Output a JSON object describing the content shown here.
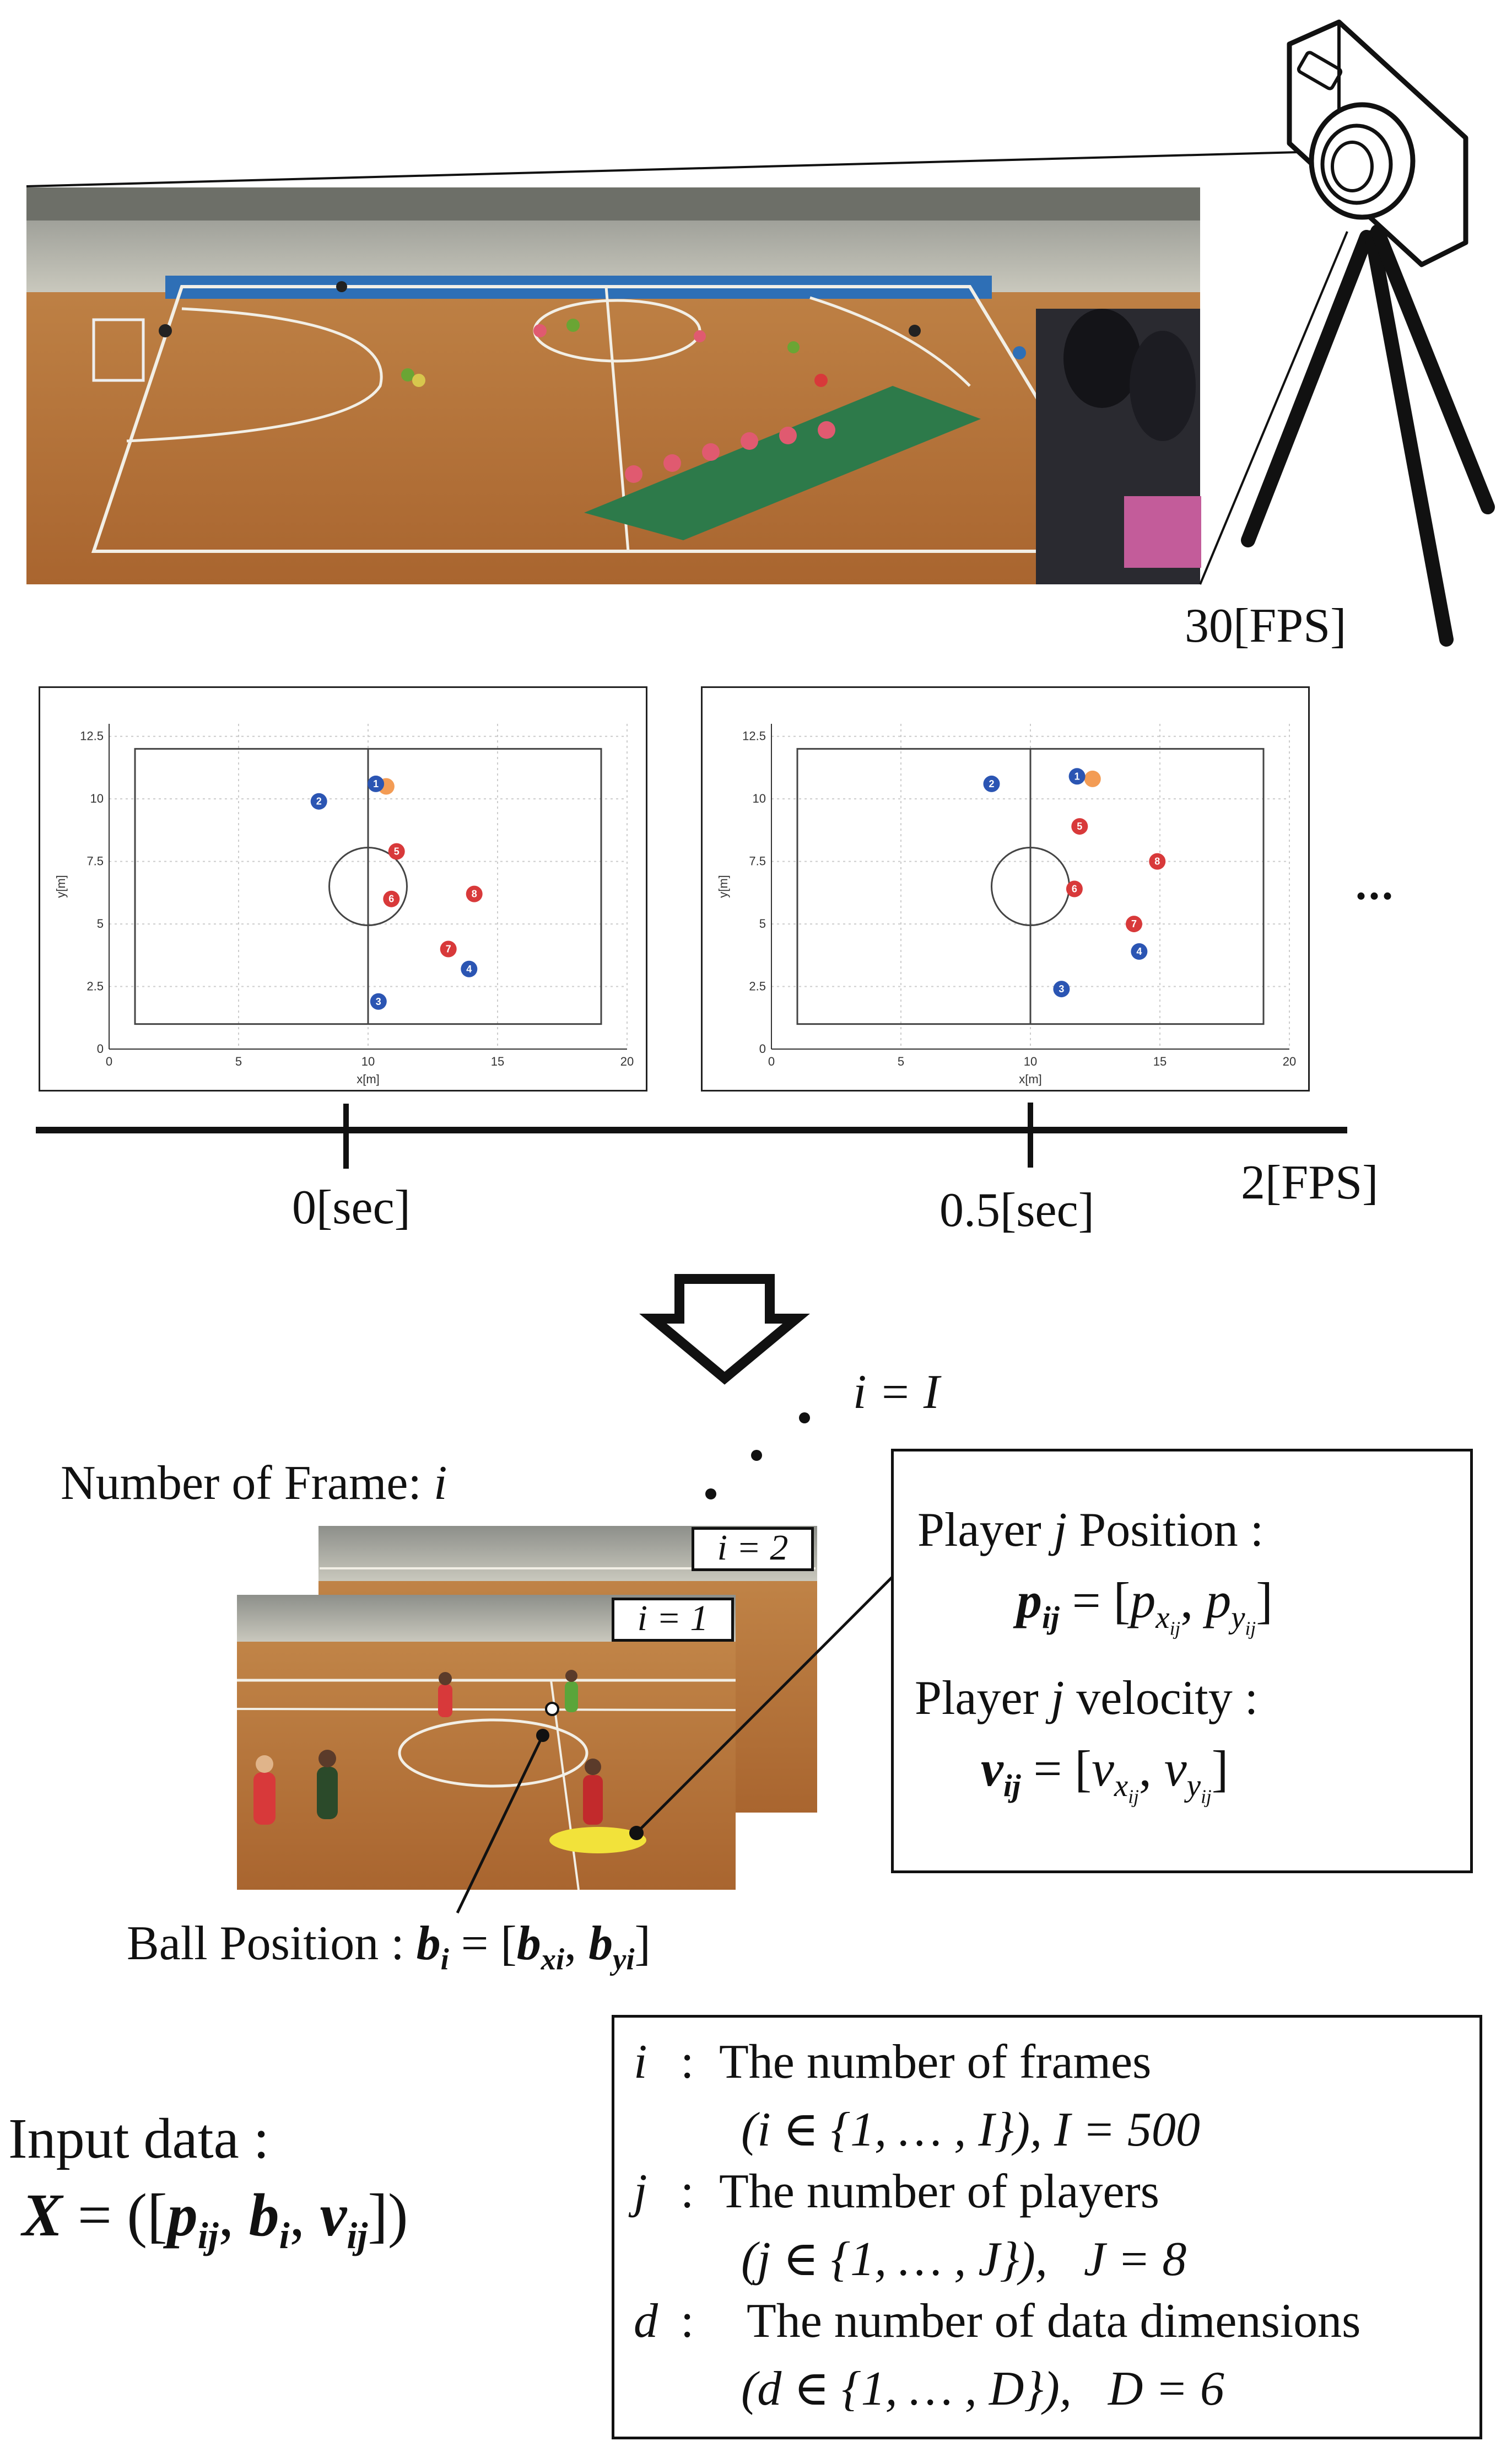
{
  "camera": {
    "icon": "camera-on-tripod-icon",
    "fps_label": "30[FPS]"
  },
  "sample_rate_label": "2[FPS]",
  "time_labels": [
    "0[sec]",
    "0.5[sec]"
  ],
  "ellipsis": "...",
  "plot_axes": {
    "xlabel": "x[m]",
    "ylabel": "y[m]",
    "xticks": [
      "0",
      "5",
      "10",
      "15",
      "20"
    ],
    "yticks": [
      "0",
      "2.5",
      "5",
      "7.5",
      "10",
      "12.5"
    ],
    "xlim": [
      0,
      20
    ],
    "ylim": [
      0,
      13
    ]
  },
  "chart_data": [
    {
      "type": "scatter",
      "title": "",
      "xlabel": "x[m]",
      "ylabel": "y[m]",
      "xlim": [
        0,
        20
      ],
      "ylim": [
        0,
        13
      ],
      "grid": true,
      "team_blue": [
        {
          "label": "1",
          "x": 10.3,
          "y": 10.6
        },
        {
          "label": "2",
          "x": 8.1,
          "y": 9.9
        },
        {
          "label": "3",
          "x": 10.4,
          "y": 1.9
        },
        {
          "label": "4",
          "x": 13.9,
          "y": 3.2
        }
      ],
      "team_red": [
        {
          "label": "5",
          "x": 11.1,
          "y": 7.9
        },
        {
          "label": "6",
          "x": 10.9,
          "y": 6.0
        },
        {
          "label": "7",
          "x": 13.1,
          "y": 4.0
        },
        {
          "label": "8",
          "x": 14.1,
          "y": 6.2
        }
      ],
      "ball": {
        "x": 10.7,
        "y": 10.5
      }
    },
    {
      "type": "scatter",
      "title": "",
      "xlabel": "x[m]",
      "ylabel": "y[m]",
      "xlim": [
        0,
        20
      ],
      "ylim": [
        0,
        13
      ],
      "grid": true,
      "team_blue": [
        {
          "label": "1",
          "x": 11.8,
          "y": 10.9
        },
        {
          "label": "2",
          "x": 8.5,
          "y": 10.6
        },
        {
          "label": "3",
          "x": 11.2,
          "y": 2.4
        },
        {
          "label": "4",
          "x": 14.2,
          "y": 3.9
        }
      ],
      "team_red": [
        {
          "label": "5",
          "x": 11.9,
          "y": 8.9
        },
        {
          "label": "6",
          "x": 11.7,
          "y": 6.4
        },
        {
          "label": "7",
          "x": 14.0,
          "y": 5.0
        },
        {
          "label": "8",
          "x": 14.9,
          "y": 7.5
        }
      ],
      "ball": {
        "x": 12.4,
        "y": 10.8
      }
    }
  ],
  "colors": {
    "team_blue": "#2b55b3",
    "team_red": "#d8393a",
    "ball": "#f39c55",
    "court_wood": "#b6763f",
    "ball_highlight": "#f2e23a"
  },
  "frames": {
    "title": "Number of Frame: ",
    "title_var": "i",
    "last_frame_label": "i = I",
    "tag_back": "i = 2",
    "tag_front": "i = 1"
  },
  "player_box": {
    "position_title": "Player j Position :",
    "position_formula": "p_ij = [p_x_ij, p_y_ij]",
    "velocity_title": "Player j velocity :",
    "velocity_formula": "v_ij = [v_x_ij, v_y_ij]"
  },
  "ball_label": "Ball Position : b_i = [b_xi, b_yi]",
  "input_data": {
    "title": "Input data :",
    "formula": "X = ([p_ij, b_i, v_ij])"
  },
  "legend_box": {
    "rows": [
      {
        "var": "i",
        "desc": "The number of frames",
        "detail": "(i ∈ {1, … , I}), I = 500"
      },
      {
        "var": "j",
        "desc": "The number of players",
        "detail": "(j ∈ {1, … , J}),   J = 8"
      },
      {
        "var": "d",
        "desc": "The number of data dimensions",
        "detail": "(d ∈ {1, … , D}),   D = 6"
      }
    ]
  }
}
